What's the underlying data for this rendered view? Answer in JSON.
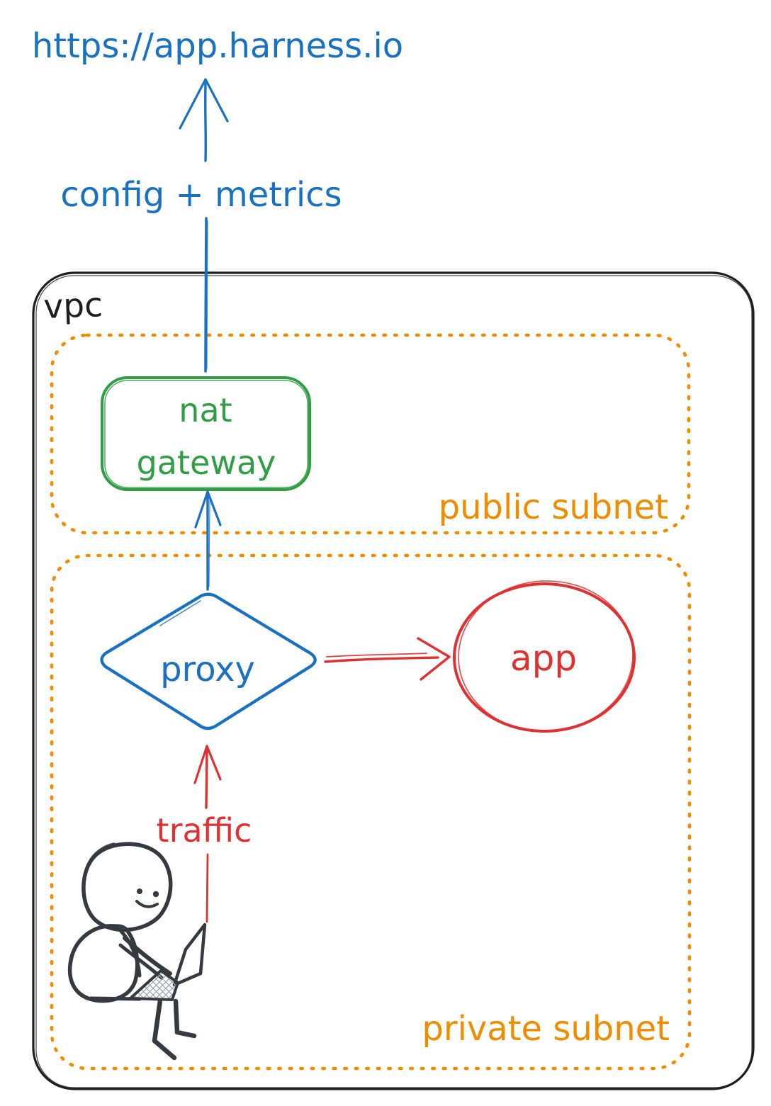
{
  "colors": {
    "blue": "#1971c2",
    "green": "#2f9e44",
    "orange": "#f08c00",
    "red": "#e03131",
    "ink": "#1e1e1e",
    "person": "#343a40",
    "background": "#ffffff"
  },
  "labels": {
    "url": "https://app.harness.io",
    "config_metrics": "config + metrics",
    "vpc": "vpc",
    "public_subnet": "public subnet",
    "nat_gateway_line1": "nat",
    "nat_gateway_line2": "gateway",
    "proxy": "proxy",
    "app": "app",
    "traffic": "traffic",
    "private_subnet": "private subnet"
  },
  "diagram": {
    "type": "hand-drawn architecture sketch",
    "external_endpoint": "https://app.harness.io",
    "containers": [
      {
        "id": "vpc",
        "label": "vpc",
        "border_style": "solid",
        "color": "#1e1e1e"
      },
      {
        "id": "public-subnet",
        "label": "public subnet",
        "border_style": "dotted",
        "color": "#f08c00",
        "parent": "vpc"
      },
      {
        "id": "private-subnet",
        "label": "private subnet",
        "border_style": "dotted",
        "color": "#f08c00",
        "parent": "vpc"
      }
    ],
    "nodes": [
      {
        "id": "nat-gateway",
        "label": "nat gateway",
        "shape": "rounded-rectangle",
        "color": "#2f9e44",
        "container": "public-subnet"
      },
      {
        "id": "proxy",
        "label": "proxy",
        "shape": "diamond",
        "color": "#1971c2",
        "container": "private-subnet"
      },
      {
        "id": "app",
        "label": "app",
        "shape": "ellipse",
        "color": "#e03131",
        "container": "private-subnet"
      },
      {
        "id": "user",
        "label": "",
        "shape": "person-with-laptop-doodle",
        "color": "#343a40",
        "container": "private-subnet"
      }
    ],
    "edges": [
      {
        "from": "user",
        "to": "proxy",
        "label": "traffic",
        "color": "#e03131",
        "direction": "up"
      },
      {
        "from": "proxy",
        "to": "app",
        "label": "",
        "color": "#e03131",
        "direction": "right"
      },
      {
        "from": "proxy",
        "to": "nat-gateway",
        "label": "",
        "color": "#1971c2",
        "direction": "up"
      },
      {
        "from": "nat-gateway",
        "to": "https://app.harness.io",
        "label": "config + metrics",
        "color": "#1971c2",
        "direction": "up"
      }
    ]
  }
}
